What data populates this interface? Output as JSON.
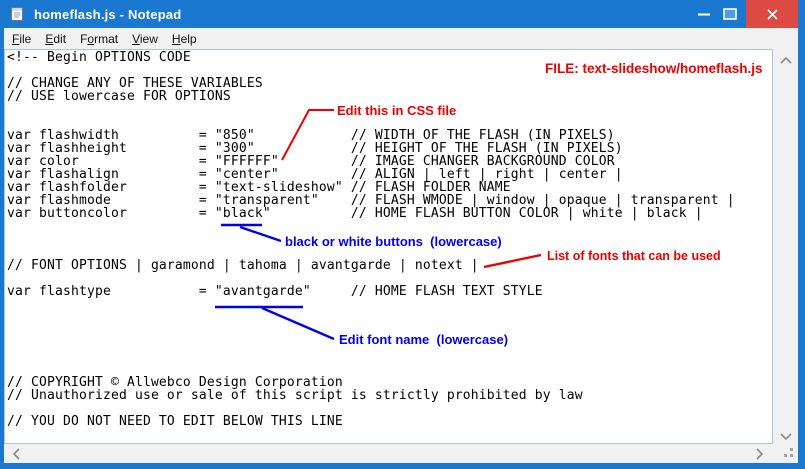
{
  "window": {
    "title": "homeflash.js - Notepad",
    "icons": {
      "app": "notepad-icon",
      "minimize": "minimize-icon",
      "maximize": "maximize-icon",
      "close": "close-icon"
    }
  },
  "menu": {
    "items": [
      {
        "label": "File",
        "accel": 0
      },
      {
        "label": "Edit",
        "accel": 0
      },
      {
        "label": "Format",
        "accel": 1
      },
      {
        "label": "View",
        "accel": 0
      },
      {
        "label": "Help",
        "accel": 0
      }
    ]
  },
  "editor": {
    "code_lines": [
      "<!-- Begin OPTIONS CODE",
      "",
      "// CHANGE ANY OF THESE VARIABLES",
      "// USE lowercase FOR OPTIONS",
      "",
      "",
      "var flashwidth          = \"850\"            // WIDTH OF THE FLASH (IN PIXELS)",
      "var flashheight         = \"300\"            // HEIGHT OF THE FLASH (IN PIXELS)",
      "var color               = \"FFFFFF\"         // IMAGE CHANGER BACKGROUND COLOR",
      "var flashalign          = \"center\"         // ALIGN | left | right | center |",
      "var flashfolder         = \"text-slideshow\" // FLASH FOLDER NAME",
      "var flashmode           = \"transparent\"    // FLASH WMODE | window | opaque | transparent |",
      "var buttoncolor         = \"black\"          // HOME FLASH BUTTON COLOR | white | black |",
      "",
      "",
      "",
      "// FONT OPTIONS | garamond | tahoma | avantgarde | notext |",
      "",
      "var flashtype           = \"avantgarde\"     // HOME FLASH TEXT STYLE",
      "",
      "",
      "",
      "",
      "",
      "",
      "// COPYRIGHT © Allwebco Design Corporation",
      "// Unauthorized use or sale of this script is strictly prohibited by law",
      "",
      "// YOU DO NOT NEED TO EDIT BELOW THIS LINE"
    ]
  },
  "annotations": {
    "file_label": "FILE: text-slideshow/homeflash.js",
    "edit_css": "Edit this in CSS file",
    "buttons_note": "black or white buttons  (lowercase)",
    "fonts_note": "List of fonts that can be used",
    "font_name_note": "Edit font name  (lowercase)"
  },
  "colors": {
    "titlebar": "#1a78d1",
    "close_button": "#dc4b43",
    "maximize_fill": "#4f9de2",
    "menu_bg": "#f1f1f1",
    "scrollbar_bg": "#f1f1f1",
    "edit_border": "#a6c8e6",
    "annotation_red": "#ee0000",
    "annotation_blue": "#0000f0"
  }
}
